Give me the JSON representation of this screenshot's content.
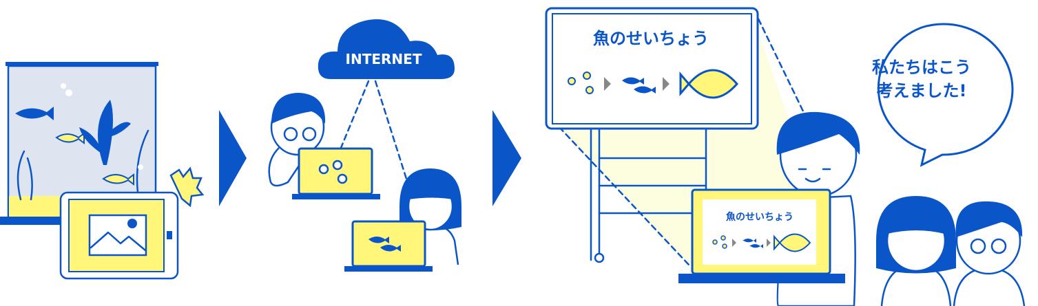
{
  "cloud": {
    "label": "INTERNET"
  },
  "board": {
    "title": "魚のせいちょう"
  },
  "laptop_screen": {
    "title": "魚のせいちょう"
  },
  "speech_bubble": {
    "line1": "私たちはこう",
    "line2": "考えました!"
  },
  "colors": {
    "blue": "#0a55c8",
    "yellow": "#fff67a",
    "tank_water": "#dfe5f0",
    "beam": "#fdfde0"
  }
}
